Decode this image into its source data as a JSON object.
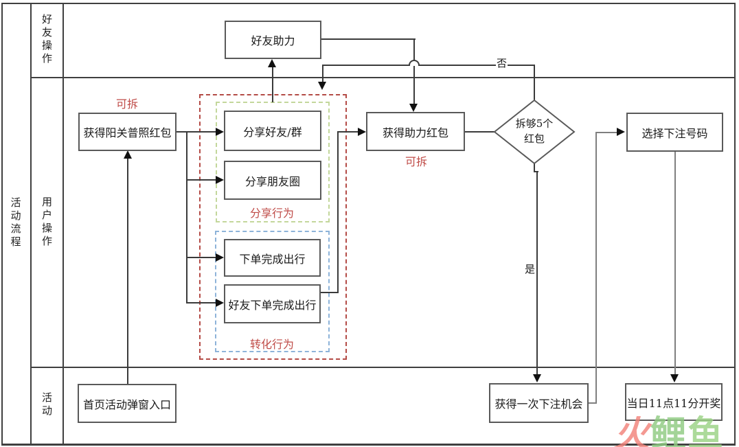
{
  "diagram_title": "活动流程",
  "lanes": {
    "friend_ops": "好友操作",
    "user_ops": "用户操作",
    "activity": "活动"
  },
  "nodes": {
    "friend_boost": {
      "label": "好友助力"
    },
    "sunshine_redpacket": {
      "label": "获得阳关普照红包"
    },
    "share_friends_group": {
      "label": "分享好友/群"
    },
    "share_moments": {
      "label": "分享朋友圈"
    },
    "order_complete_trip": {
      "label": "下单完成出行"
    },
    "friend_order_complete_trip": {
      "label": "好友下单完成出行"
    },
    "boost_redpacket": {
      "label": "获得助力红包"
    },
    "decision_five_redpackets": {
      "line1": "拆够5个",
      "line2": "红包"
    },
    "choose_bet_number": {
      "label": "选择下注号码"
    },
    "get_bet_chance": {
      "label": "获得一次下注机会"
    },
    "lottery_draw": {
      "label": "当日11点11分开奖"
    },
    "homepage_popup_entry": {
      "label": "首页活动弹窗入口"
    }
  },
  "groups": {
    "share_behavior": {
      "label": "分享行为"
    },
    "conversion_behavior": {
      "label": "转化行为"
    }
  },
  "annotations": {
    "openable_top": "可拆",
    "openable_bottom": "可拆",
    "no_label": "否",
    "yes_label": "是"
  },
  "watermark": {
    "char1": "火",
    "char2": "鲤",
    "char3": "鱼"
  },
  "colors": {
    "outer_group_dashed": "#b34a45",
    "share_group_dashed": "#c3d79b",
    "conversion_group_dashed": "#8db3d9",
    "annotation_red": "#bf4b47",
    "line_dark": "#3a3a3a",
    "line_gray": "#7f7f7f",
    "watermark_red": "#f2837b",
    "watermark_green": "#8fcb82",
    "watermark_blue": "#8fb3e0"
  }
}
